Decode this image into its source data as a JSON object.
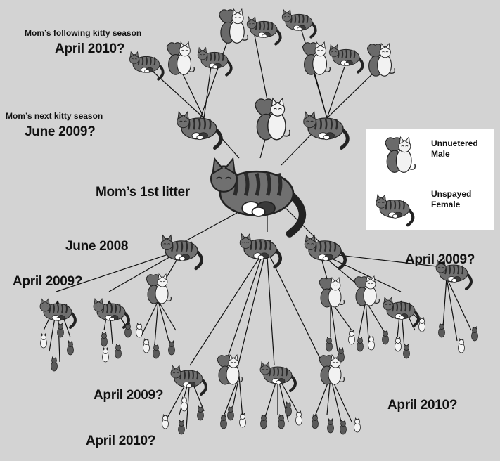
{
  "labels": {
    "following_season": "Mom’s following kitty season",
    "following_season_date": "April 2010?",
    "next_season": "Mom’s next kitty season",
    "next_season_date": "June 2009?",
    "first_litter": "Mom’s 1st litter",
    "first_litter_date": "June 2008",
    "right_april_2009": "April 2009?",
    "left_april_2009": "April 2009?",
    "bottom_april_2009": "April 2009?",
    "bottom_april_2010_left": "April 2010?",
    "bottom_april_2010_right": "April 2010?"
  },
  "legend": {
    "male": "Unnuetered Male",
    "female": "Unspayed Female"
  },
  "colors": {
    "background": "#d3d3d3",
    "legend_background": "#ffffff",
    "female_body": "#707070",
    "male_dark": "#6a6a6a",
    "male_light": "#f2f2f2",
    "stroke": "#222222"
  },
  "icons": {
    "female": "mother-cat-with-kittens-icon",
    "male": "pair-of-cats-icon",
    "kitten_dark": "dark-kitten-icon",
    "kitten_light": "light-kitten-icon"
  }
}
